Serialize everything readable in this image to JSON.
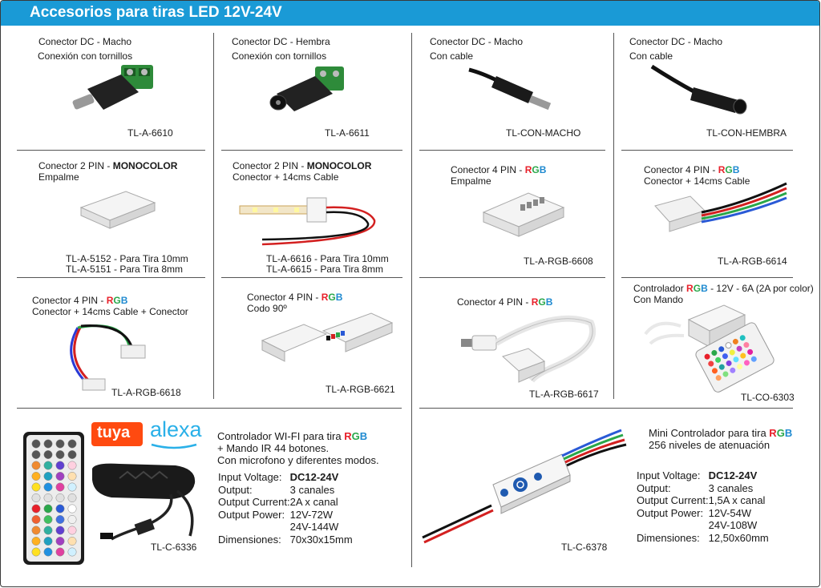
{
  "title": "Accesorios para tiras LED 12V-24V",
  "rgb_letters": [
    "R",
    "G",
    "B"
  ],
  "items": [
    {
      "line1": "Conector DC - Macho",
      "line2": "Conexión con tornillos",
      "code": "TL-A-6610"
    },
    {
      "line1": "Conector DC - Hembra",
      "line2": "Conexión con tornillos",
      "code": "TL-A-6611"
    },
    {
      "line1": "Conector DC - Macho",
      "line2": "Con cable",
      "code": "TL-CON-MACHO"
    },
    {
      "line1": "Conector DC - Macho",
      "line2": "Con cable",
      "code": "TL-CON-HEMBRA"
    },
    {
      "line1_pre": "Conector 2 PIN - ",
      "line1_bold": "MONOCOLOR",
      "line2": "Empalme",
      "codes": [
        "TL-A-5152 - Para Tira 10mm",
        "TL-A-5151 - Para Tira 8mm"
      ]
    },
    {
      "line1_pre": "Conector 2 PIN - ",
      "line1_bold": "MONOCOLOR",
      "line2": "Conector + 14cms Cable",
      "codes": [
        "TL-A-6616 - Para Tira 10mm",
        "TL-A-6615 - Para Tira 8mm"
      ]
    },
    {
      "line1_pre": "Conector 4 PIN - ",
      "line2": "Empalme",
      "code": "TL-A-RGB-6608"
    },
    {
      "line1_pre": "Conector 4 PIN - ",
      "line2": "Conector + 14cms Cable",
      "code": "TL-A-RGB-6614"
    },
    {
      "line1_pre": "Conector 4 PIN - ",
      "line2": "Conector + 14cms Cable + Conector",
      "code": "TL-A-RGB-6618"
    },
    {
      "line1_pre": "Conector 4 PIN - ",
      "line2": "Codo 90º",
      "code": "TL-A-RGB-6621"
    },
    {
      "line1_pre": "Conector 4 PIN - ",
      "code": "TL-A-RGB-6617"
    },
    {
      "line1_pre": "Controlador ",
      "line1_post": " - 12V - 6A (2A por color)",
      "line2": "Con Mando",
      "code": "TL-CO-6303"
    }
  ],
  "wifi": {
    "brand1": "tuya",
    "brand2": "alexa",
    "line1_pre": "Controlador WI-FI para tira ",
    "line2": "+ Mando IR 44 botones.",
    "line3": "Con microfono y diferentes modos.",
    "specs": [
      {
        "k": "Input Voltage:",
        "v": "DC12-24V"
      },
      {
        "k": "Output:",
        "v": "3 canales"
      },
      {
        "k": "Output Current:",
        "v": "2A x canal"
      },
      {
        "k": "Output Power:",
        "v": "12V-72W"
      },
      {
        "k": "",
        "v": "24V-144W"
      },
      {
        "k": "Dimensiones:",
        "v": "70x30x15mm"
      }
    ],
    "code": "TL-C-6336"
  },
  "mini": {
    "line1_pre": "Mini Controlador para tira ",
    "line2": "256 niveles de atenuación",
    "specs": [
      {
        "k": "Input Voltage:",
        "v": "DC12-24V"
      },
      {
        "k": "Output:",
        "v": "3 canales"
      },
      {
        "k": "Output Current:",
        "v": "1,5A x canal"
      },
      {
        "k": "Output Power:",
        "v": "12V-54W"
      },
      {
        "k": "",
        "v": "24V-108W"
      },
      {
        "k": "Dimensiones:",
        "v": "12,50x60mm"
      }
    ],
    "code": "TL-C-6378"
  },
  "colors": {
    "header": "#1a9ad6",
    "red": "#e8202a",
    "green": "#2aa74a",
    "blue": "#1f8ad0"
  }
}
